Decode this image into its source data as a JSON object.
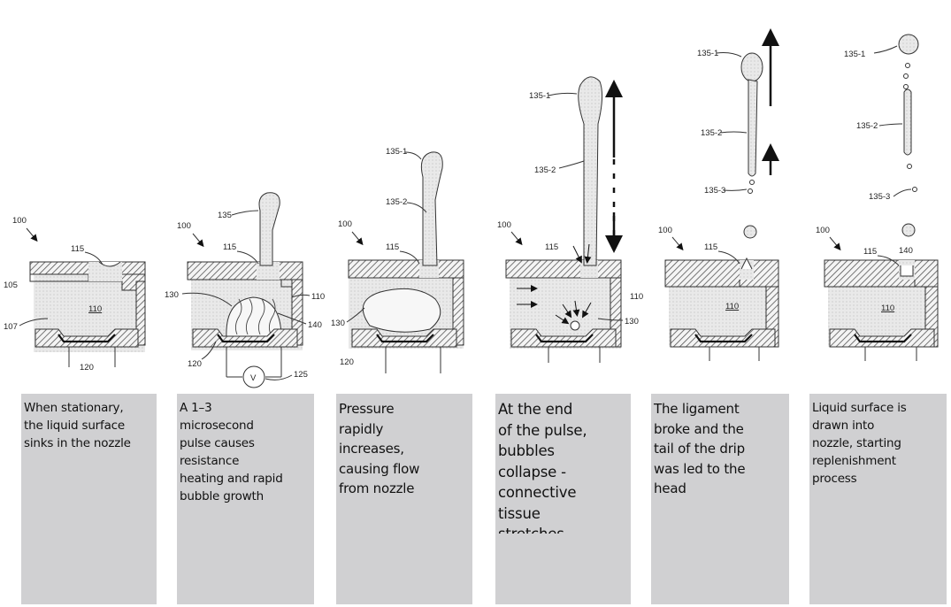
{
  "panels": [
    {
      "id": "p1",
      "labels": {
        "device": "100",
        "wall": "105",
        "fluid": "107",
        "meniscus": "115",
        "chamber": "110",
        "heater": "120"
      },
      "caption": "When stationary,\nthe liquid surface\nsinks in the nozzle"
    },
    {
      "id": "p2",
      "labels": {
        "device": "100",
        "droplet": "135",
        "meniscus": "115",
        "bubble": "130",
        "chamber": "110",
        "vapor": "140",
        "heater": "120",
        "source": "125",
        "meter": "V"
      },
      "caption": "A 1–3\nmicrosecond\npulse causes\nresistance\nheating and rapid\nbubble growth"
    },
    {
      "id": "p3",
      "labels": {
        "device": "100",
        "head": "135-1",
        "tail": "135-2",
        "meniscus": "115",
        "bubble": "130",
        "heater": "120"
      },
      "caption": "Pressure\nrapidly\nincreases,\ncausing flow\nfrom nozzle"
    },
    {
      "id": "p4",
      "labels": {
        "device": "100",
        "head": "135-1",
        "tail": "135-2",
        "meniscus": "115",
        "chamber": "110",
        "bubble": "130"
      },
      "caption": "At the end\nof the pulse,\nbubbles\ncollapse -\nconnective\ntissue\nstretches"
    },
    {
      "id": "p5",
      "labels": {
        "head": "135-1",
        "tail": "135-2",
        "satellite": "135-3",
        "device": "100",
        "meniscus": "115",
        "chamber": "110"
      },
      "caption": "The ligament\nbroke and the\ntail of the drip\nwas led to the\nhead"
    },
    {
      "id": "p6",
      "labels": {
        "head": "135-1",
        "tail": "135-2",
        "satellite": "135-3",
        "device": "100",
        "meniscus": "115",
        "vapor": "140",
        "chamber": "110"
      },
      "caption": "Liquid surface is\ndrawn into\nnozzle, starting\nreplenishment\nprocess"
    }
  ]
}
